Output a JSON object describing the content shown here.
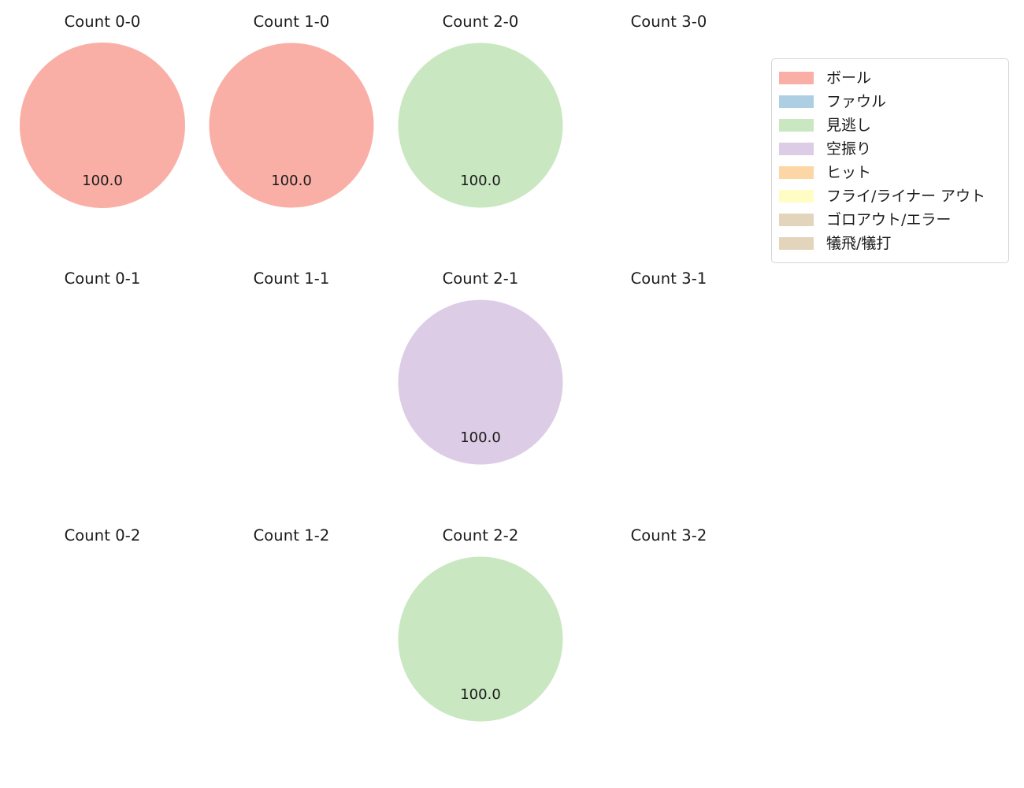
{
  "chart_data": {
    "type": "scatter",
    "title": "",
    "xlabel": "",
    "ylabel": "",
    "grid": false,
    "legend_position": "top-right",
    "value_suffix": "",
    "categories": [
      "Count 0-0",
      "Count 1-0",
      "Count 2-0",
      "Count 3-0",
      "Count 0-1",
      "Count 1-1",
      "Count 2-1",
      "Count 3-1",
      "Count 0-2",
      "Count 1-2",
      "Count 2-2",
      "Count 3-2"
    ],
    "legend": [
      {
        "label": "ボール",
        "color": "#f9afa6"
      },
      {
        "label": "ファウル",
        "color": "#aecfe3"
      },
      {
        "label": "見逃し",
        "color": "#c9e7c0"
      },
      {
        "label": "空振り",
        "color": "#dccce5"
      },
      {
        "label": "ヒット",
        "color": "#fcd6a4"
      },
      {
        "label": "フライ/ライナー アウト",
        "color": "#fffdc4"
      },
      {
        "label": "ゴロアウト/エラー",
        "color": "#e2d5bb"
      },
      {
        "label": "犠飛/犠打",
        "color": "#e2d5bb"
      }
    ],
    "cells": [
      {
        "title": "Count 0-0",
        "value": "100.0",
        "numeric": 100.0,
        "category": "ボール",
        "color": "#f9afa6",
        "diameter": 210,
        "empty": false
      },
      {
        "title": "Count 1-0",
        "value": "100.0",
        "numeric": 100.0,
        "category": "ボール",
        "color": "#f9afa6",
        "diameter": 209,
        "empty": false
      },
      {
        "title": "Count 2-0",
        "value": "100.0",
        "numeric": 100.0,
        "category": "見逃し",
        "color": "#c9e7c0",
        "diameter": 209,
        "empty": false
      },
      {
        "title": "Count 3-0",
        "value": "",
        "numeric": null,
        "category": "",
        "color": "",
        "diameter": 0,
        "empty": true
      },
      {
        "title": "Count 0-1",
        "value": "",
        "numeric": null,
        "category": "",
        "color": "",
        "diameter": 0,
        "empty": true
      },
      {
        "title": "Count 1-1",
        "value": "",
        "numeric": null,
        "category": "",
        "color": "",
        "diameter": 0,
        "empty": true
      },
      {
        "title": "Count 2-1",
        "value": "100.0",
        "numeric": 100.0,
        "category": "空振り",
        "color": "#dccce5",
        "diameter": 209,
        "empty": false
      },
      {
        "title": "Count 3-1",
        "value": "",
        "numeric": null,
        "category": "",
        "color": "",
        "diameter": 0,
        "empty": true
      },
      {
        "title": "Count 0-2",
        "value": "",
        "numeric": null,
        "category": "",
        "color": "",
        "diameter": 0,
        "empty": true
      },
      {
        "title": "Count 1-2",
        "value": "",
        "numeric": null,
        "category": "",
        "color": "",
        "diameter": 0,
        "empty": true
      },
      {
        "title": "Count 2-2",
        "value": "100.0",
        "numeric": 100.0,
        "category": "見逃し",
        "color": "#c9e7c0",
        "diameter": 209,
        "empty": false
      },
      {
        "title": "Count 3-2",
        "value": "",
        "numeric": null,
        "category": "",
        "color": "",
        "diameter": 0,
        "empty": true
      }
    ]
  }
}
